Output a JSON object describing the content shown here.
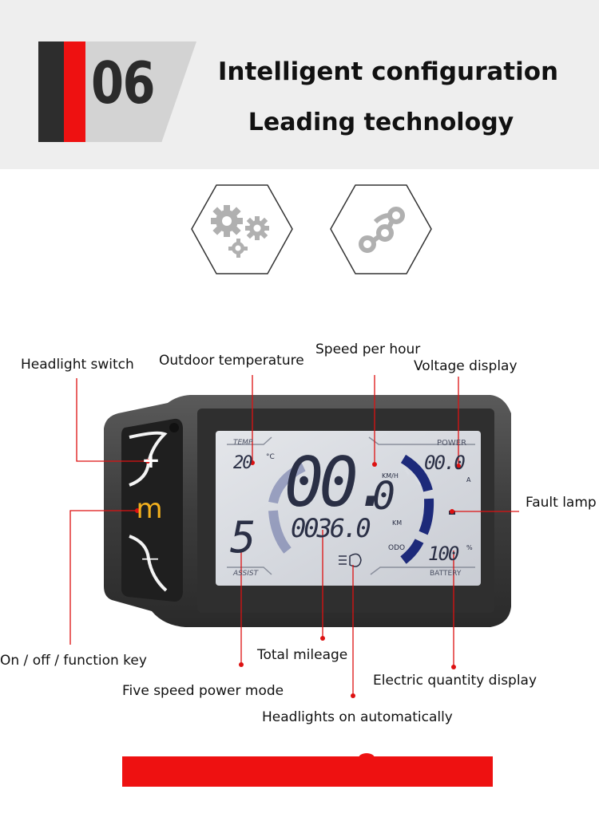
{
  "header": {
    "section_number": "06",
    "title_line1": "Intelligent configuration",
    "title_line2": "Leading technology"
  },
  "icons": [
    "gears-icon",
    "nodes-icon"
  ],
  "display": {
    "temp_label": "TEMP",
    "temp_value": "20",
    "temp_unit": "°C",
    "power_label": "POWER",
    "power_value": "00.0",
    "power_unit": "A",
    "speed_big": "00.",
    "speed_small": "0",
    "speed_unit": "KM/H",
    "odo_value": "0036.0",
    "odo_unit": "KM",
    "odo_label": "ODO",
    "assist_value": "5",
    "assist_label": "ASSIST",
    "battery_value": "100",
    "battery_unit": "%",
    "battery_label": "BATTERY",
    "plus_button": "+",
    "mode_button": "m",
    "minus_button": "—"
  },
  "callouts": {
    "headlight_switch": "Headlight switch",
    "outdoor_temperature": "Outdoor temperature",
    "speed_per_hour": "Speed per hour",
    "voltage_display": "Voltage display",
    "fault_lamp": "Fault lamp",
    "function_key": "On / off / function key",
    "total_mileage": "Total mileage",
    "five_speed_mode": "Five speed power mode",
    "electric_quantity": "Electric quantity display",
    "headlights_auto": "Headlights on automatically"
  },
  "colors": {
    "accent_red": "#ee1111",
    "header_bg": "#eeeeee",
    "mode_key": "#f2b01e",
    "lcd_bg": "#d9dce2",
    "lcd_segments": "#2a2f45",
    "lcd_arc": "#1d2a7a"
  }
}
